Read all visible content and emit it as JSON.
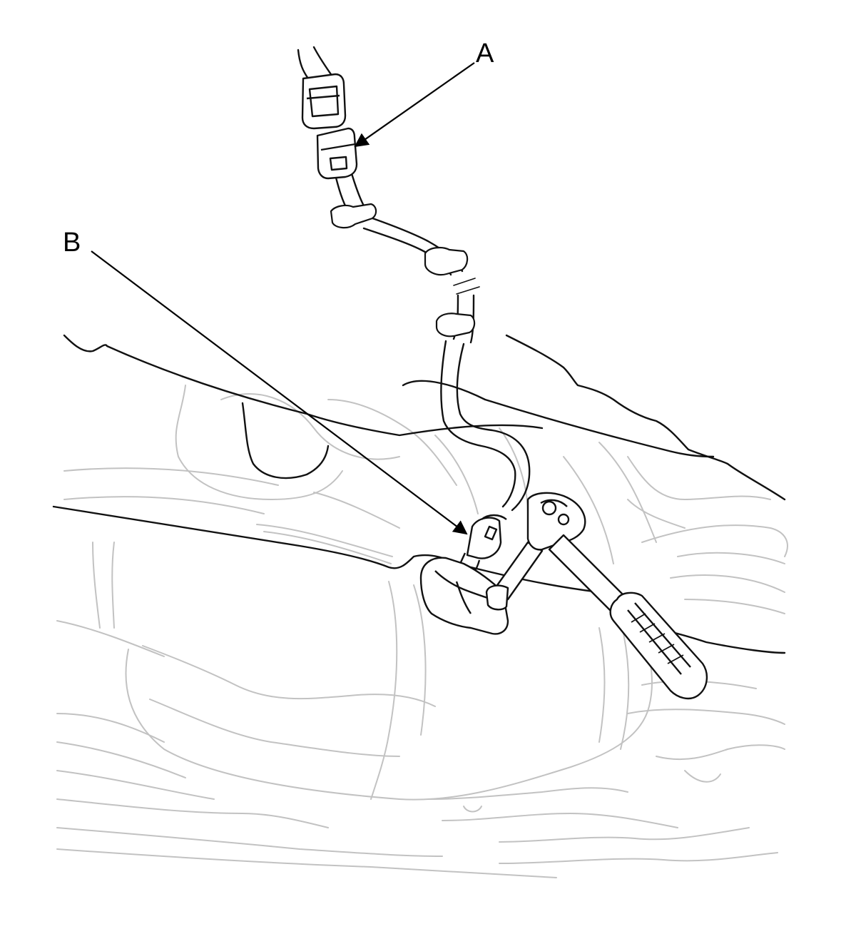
{
  "diagram": {
    "callouts": [
      {
        "label": "A"
      },
      {
        "label": "B"
      }
    ],
    "colors": {
      "background": "#ffffff",
      "foreground_line": "#111111",
      "background_line": "#bdbdbd"
    },
    "icons": [
      "wire-harness-connector",
      "oxygen-sensor",
      "ratchet-wrench",
      "socket-extension",
      "exhaust-pipe"
    ]
  }
}
